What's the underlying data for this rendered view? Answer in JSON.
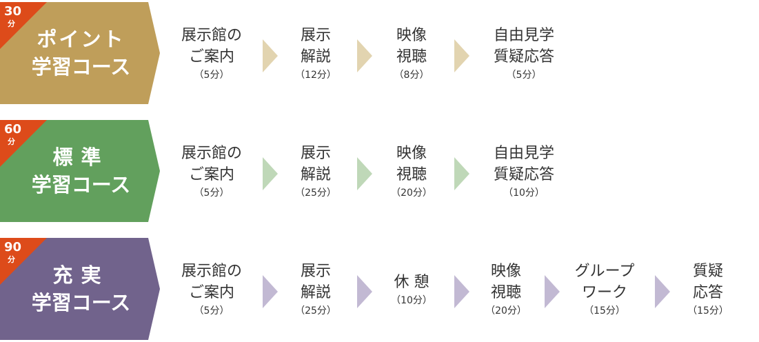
{
  "courses": [
    {
      "badge": {
        "minutes": "30",
        "unit": "分"
      },
      "name_line1": "ポイント",
      "name_line2": "学習コース",
      "color": "#BF9E5A",
      "corner_color": "#DD4B1A",
      "arrow_color": "#E2D4B0",
      "steps": [
        {
          "line1": "展示館の",
          "line2": "ご案内",
          "duration": "（5分）"
        },
        {
          "line1": "展示",
          "line2": "解説",
          "duration": "（12分）"
        },
        {
          "line1": "映像",
          "line2": "視聴",
          "duration": "（8分）"
        },
        {
          "line1": "自由見学",
          "line2": "質疑応答",
          "duration": "（5分）"
        }
      ]
    },
    {
      "badge": {
        "minutes": "60",
        "unit": "分"
      },
      "name_line1": "標準",
      "name_line2": "学習コース",
      "color": "#62A05D",
      "corner_color": "#DD4B1A",
      "arrow_color": "#BFD8B8",
      "steps": [
        {
          "line1": "展示館の",
          "line2": "ご案内",
          "duration": "（5分）"
        },
        {
          "line1": "展示",
          "line2": "解説",
          "duration": "（25分）"
        },
        {
          "line1": "映像",
          "line2": "視聴",
          "duration": "（20分）"
        },
        {
          "line1": "自由見学",
          "line2": "質疑応答",
          "duration": "（10分）"
        }
      ]
    },
    {
      "badge": {
        "minutes": "90",
        "unit": "分"
      },
      "name_line1": "充実",
      "name_line2": "学習コース",
      "color": "#71638C",
      "corner_color": "#DD4B1A",
      "arrow_color": "#C2B9D3",
      "steps": [
        {
          "line1": "展示館の",
          "line2": "ご案内",
          "duration": "（5分）"
        },
        {
          "line1": "展示",
          "line2": "解説",
          "duration": "（25分）"
        },
        {
          "line1": "休 憩",
          "line2": "",
          "duration": "（10分）"
        },
        {
          "line1": "映像",
          "line2": "視聴",
          "duration": "（20分）"
        },
        {
          "line1": "グループ",
          "line2": "ワーク",
          "duration": "（15分）"
        },
        {
          "line1": "質疑",
          "line2": "応答",
          "duration": "（15分）"
        }
      ]
    }
  ]
}
